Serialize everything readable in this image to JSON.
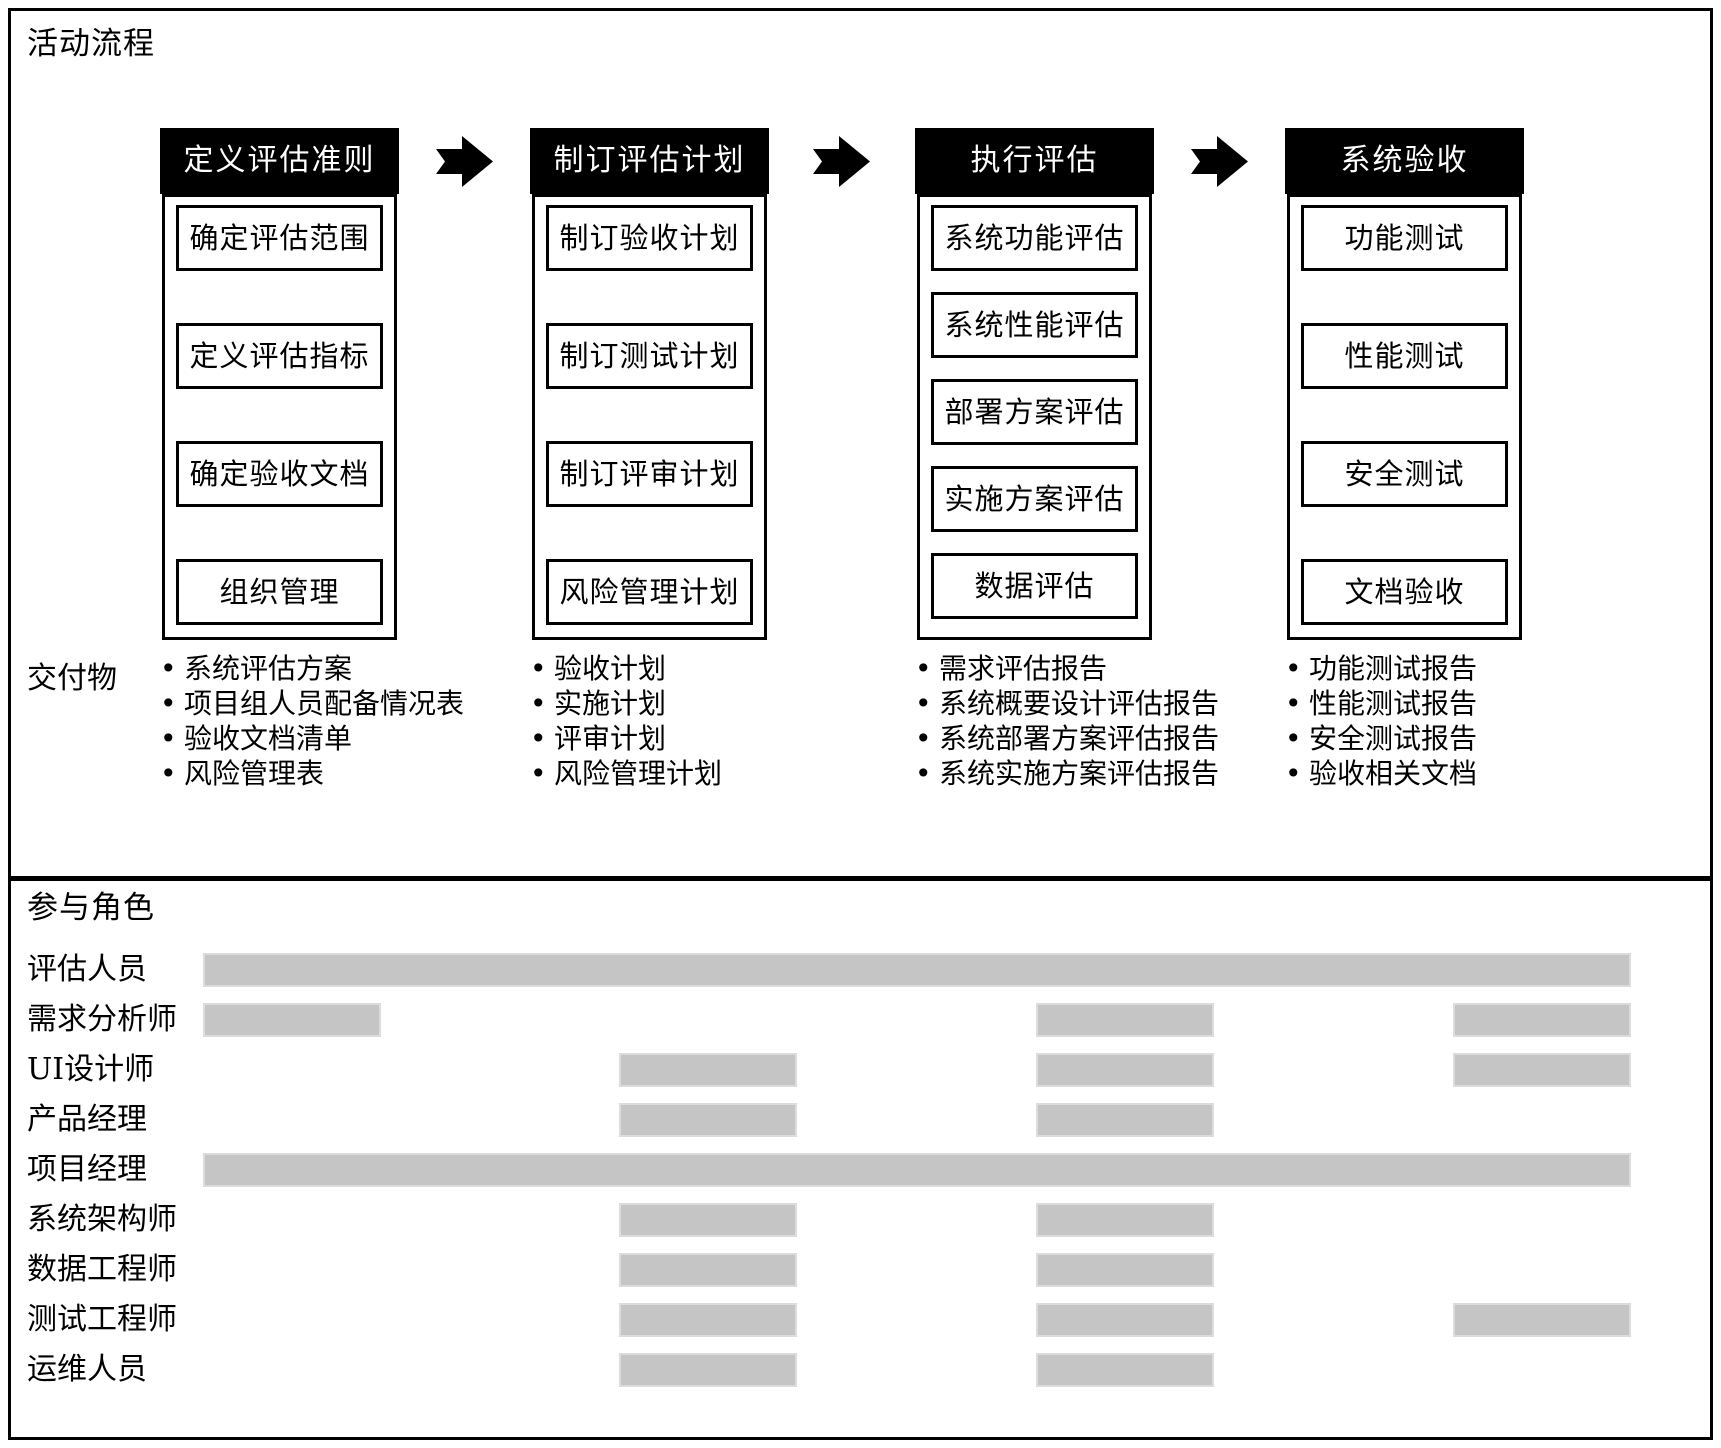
{
  "flow_title": "活动流程",
  "deliverables_label": "交付物",
  "roles_title": "参与角色",
  "phases": [
    {
      "header": "定义评估准则",
      "items": [
        "确定评估范围",
        "定义评估指标",
        "确定验收文档",
        "组织管理"
      ],
      "deliverables": [
        "系统评估方案",
        "项目组人员配备情况表",
        "验收文档清单",
        "风险管理表"
      ]
    },
    {
      "header": "制订评估计划",
      "items": [
        "制订验收计划",
        "制订测试计划",
        "制订评审计划",
        "风险管理计划"
      ],
      "deliverables": [
        "验收计划",
        "实施计划",
        "评审计划",
        "风险管理计划"
      ]
    },
    {
      "header": "执行评估",
      "items": [
        "系统功能评估",
        "系统性能评估",
        "部署方案评估",
        "实施方案评估",
        "数据评估"
      ],
      "deliverables": [
        "需求评估报告",
        "系统概要设计评估报告",
        "系统部署方案评估报告",
        "系统实施方案评估报告"
      ]
    },
    {
      "header": "系统验收",
      "items": [
        "功能测试",
        "性能测试",
        "安全测试",
        "文档验收"
      ],
      "deliverables": [
        "功能测试报告",
        "性能测试报告",
        "安全测试报告",
        "验收相关文档"
      ]
    }
  ],
  "roles": [
    {
      "label": "评估人员",
      "bars": [
        "full"
      ]
    },
    {
      "label": "需求分析师",
      "bars": [
        "c1",
        "c3",
        "c4"
      ]
    },
    {
      "label": "UI设计师",
      "bars": [
        "c2",
        "c3",
        "c4"
      ]
    },
    {
      "label": "产品经理",
      "bars": [
        "c2",
        "c3"
      ]
    },
    {
      "label": "项目经理",
      "bars": [
        "full"
      ]
    },
    {
      "label": "系统架构师",
      "bars": [
        "c2",
        "c3"
      ]
    },
    {
      "label": "数据工程师",
      "bars": [
        "c2",
        "c3"
      ]
    },
    {
      "label": "测试工程师",
      "bars": [
        "c2",
        "c3",
        "c4"
      ]
    },
    {
      "label": "运维人员",
      "bars": [
        "c2",
        "c3"
      ]
    }
  ],
  "colors": {
    "border": "#000000",
    "phase_header_bg": "#000000",
    "phase_header_text": "#ffffff",
    "bar_fill": "#c5c5c5",
    "bar_edge": "#dcdcdc",
    "background": "#ffffff"
  }
}
